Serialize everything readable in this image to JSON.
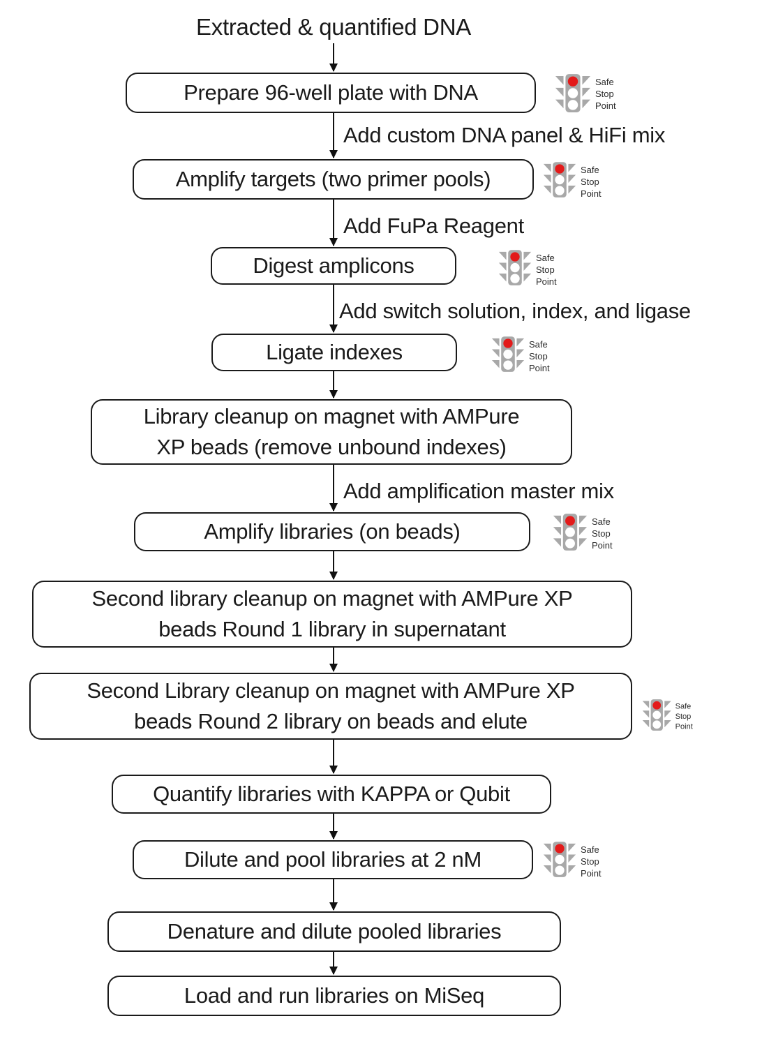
{
  "title": "Extracted & quantified DNA",
  "safe_stop_point": {
    "label": [
      "Safe",
      "Stop",
      "Point"
    ]
  },
  "arrow_labels": [
    "Add custom DNA panel & HiFi mix",
    "Add FuPa Reagent",
    "Add switch solution, index, and ligase",
    "Add amplification master mix"
  ],
  "nodes": [
    {
      "lines": [
        "Prepare 96-well plate with DNA"
      ],
      "safe_stop": true
    },
    {
      "lines": [
        "Amplify targets (two primer pools)"
      ],
      "safe_stop": true
    },
    {
      "lines": [
        "Digest amplicons"
      ],
      "safe_stop": true
    },
    {
      "lines": [
        "Ligate indexes"
      ],
      "safe_stop": true
    },
    {
      "lines": [
        "Library cleanup on magnet with AMPure",
        "XP beads (remove unbound indexes)"
      ],
      "safe_stop": false
    },
    {
      "lines": [
        "Amplify libraries (on beads)"
      ],
      "safe_stop": true
    },
    {
      "lines": [
        "Second library cleanup on magnet with AMPure XP",
        "beads Round 1 library in supernatant"
      ],
      "safe_stop": false
    },
    {
      "lines": [
        "Second Library cleanup on magnet with AMPure XP",
        "beads Round 2 library on beads and elute"
      ],
      "safe_stop": true
    },
    {
      "lines": [
        "Quantify libraries with KAPPA or Qubit"
      ],
      "safe_stop": false
    },
    {
      "lines": [
        "Dilute and pool libraries at 2 nM"
      ],
      "safe_stop": true
    },
    {
      "lines": [
        "Denature and dilute pooled libraries"
      ],
      "safe_stop": false
    },
    {
      "lines": [
        "Load and run libraries on MiSeq"
      ],
      "safe_stop": false
    }
  ],
  "colors": {
    "signal_red": "#e31a1a",
    "signal_gray": "#a8a8a8",
    "box_border": "#1a1a1a"
  }
}
